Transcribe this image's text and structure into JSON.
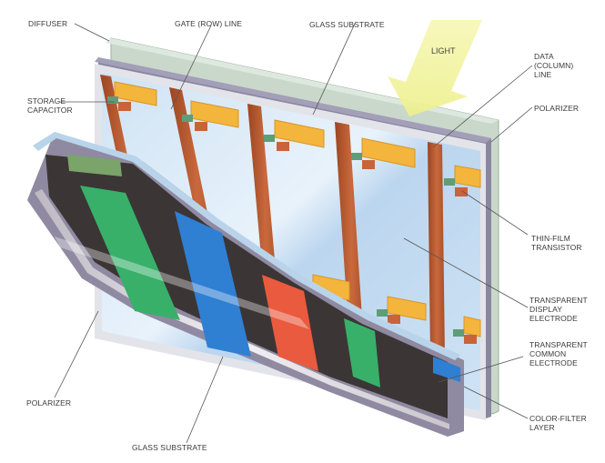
{
  "diagram": {
    "title": "TFT LCD panel exploded view",
    "colors": {
      "diffuser": "#c7d6c9",
      "polarizer_back": "#7e7a96",
      "glass": "#cfe3f4",
      "gate_line": "#b5562c",
      "storage_capacitor": "#f4b53d",
      "tft": "#c8643a",
      "green_pad": "#5f9d78",
      "filter_red": "#ea5a3e",
      "filter_green": "#38b06a",
      "filter_blue": "#2f7fd3",
      "black_matrix": "#3a3434",
      "front_frame": "#d9d6dc",
      "light_arrow": "#f3f4a8"
    },
    "labels": {
      "diffuser": "DIFFUSER",
      "gate_line": "GATE (ROW) LINE",
      "glass_substrate_top": "GLASS SUBSTRATE",
      "light": "LIGHT",
      "data_line": "DATA\n(COLUMN)\nLINE",
      "polarizer_right": "POLARIZER",
      "storage_capacitor": "STORAGE\nCAPACITOR",
      "thin_film_transistor": "THIN-FILM\nTRANSISTOR",
      "transparent_display_electrode": "TRANSPARENT\nDISPLAY\nELECTRODE",
      "transparent_common_electrode": "TRANSPARENT\nCOMMON\nELECTRODE",
      "color_filter_layer": "COLOR-FILTER\nLAYER",
      "polarizer_left": "POLARIZER",
      "glass_substrate_bottom": "GLASS SUBSTRATE"
    }
  }
}
